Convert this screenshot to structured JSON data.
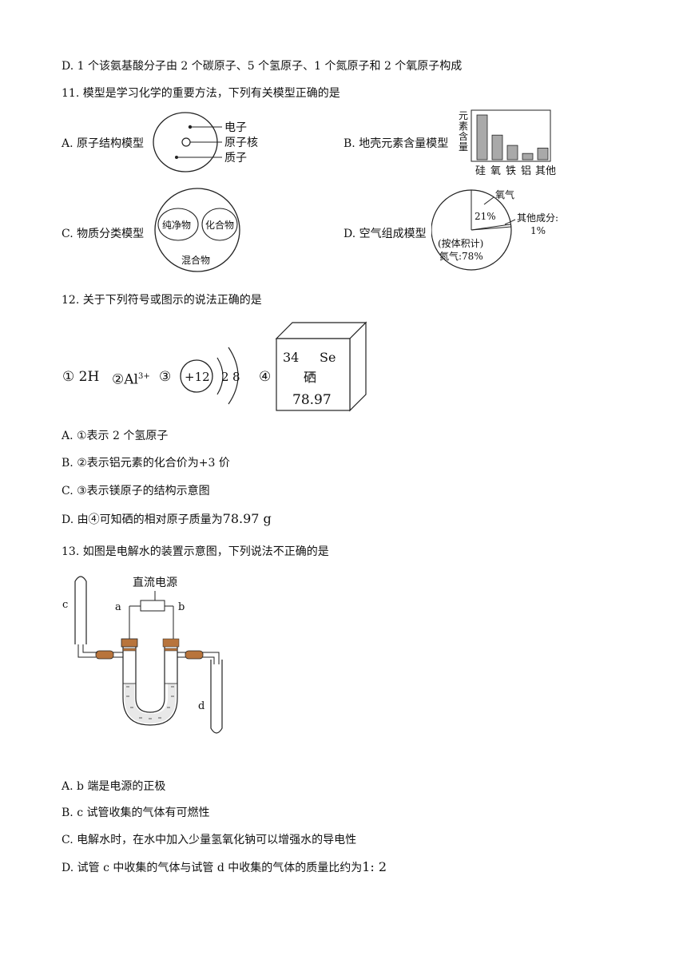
{
  "q10": {
    "optD": "D. 1 个该氨基酸分子由 2 个碳原子、5 个氢原子、1 个氮原子和 2 个氧原子构成"
  },
  "q11": {
    "stem": "11. 模型是学习化学的重要方法，下列有关模型正确的是",
    "optA": {
      "label": "A. 原子结构模型",
      "fig": {
        "electron": "电子",
        "nucleus": "原子核",
        "proton": "质子"
      }
    },
    "optB": {
      "label": "B. 地壳元素含量模型",
      "fig": {
        "ylabel": [
          "元",
          "素",
          "含",
          "量"
        ],
        "categories": [
          "硅",
          "氧",
          "铁",
          "铝",
          "其他"
        ]
      }
    },
    "optC": {
      "label": "C. 物质分类模型",
      "fig": {
        "pure": "纯净物",
        "compound": "化合物",
        "mixture": "混合物"
      }
    },
    "optD": {
      "label": "D. 空气组成模型",
      "fig": {
        "oxygen": "氧气",
        "oxygen_pct": "21%",
        "others": "其他成分:",
        "others_pct": "1%",
        "volume": "(按体积计)",
        "nitrogen": "氮气:78%"
      }
    }
  },
  "chart_data": {
    "type": "bar",
    "categories": [
      "硅",
      "氧",
      "铁",
      "铝",
      "其他"
    ],
    "values": [
      100,
      55,
      32,
      14,
      26
    ],
    "ylabel": "元素含量",
    "ylim": [
      0,
      100
    ]
  },
  "q12": {
    "stem": "12. 关于下列符号或图示的说法正确的是",
    "symbols": {
      "s1": "① 2H",
      "s2_prefix": "②Al",
      "s2_sup": "3+",
      "s3": "③",
      "nucleus": "+12",
      "shell1": "2",
      "shell2": "8",
      "s4": "④",
      "atomic_number": "34",
      "symbol": "Se",
      "name": "硒",
      "mass": "78.97"
    },
    "optA": "A. ①表示 2 个氢原子",
    "optB": "B. ②表示铝元素的化合价为+3 价",
    "optC": "C. ③表示镁原子的结构示意图",
    "optD_prefix": "D.  由④可知硒的相对原子质量为",
    "optD_value": "78.97 g"
  },
  "q13": {
    "stem": "13. 如图是电解水的装置示意图，下列说法不正确的是",
    "fig": {
      "power": "直流电源",
      "a": "a",
      "b": "b",
      "c": "c",
      "d": "d"
    },
    "optA": "A. b 端是电源的正极",
    "optB": "B. c 试管收集的气体有可燃性",
    "optC": "C. 电解水时，在水中加入少量氢氧化钠可以增强水的导电性",
    "optD_prefix": "D.  试管 c 中收集的气体与试管 d 中收集的气体的质量比约为",
    "optD_value": "1: 2"
  }
}
